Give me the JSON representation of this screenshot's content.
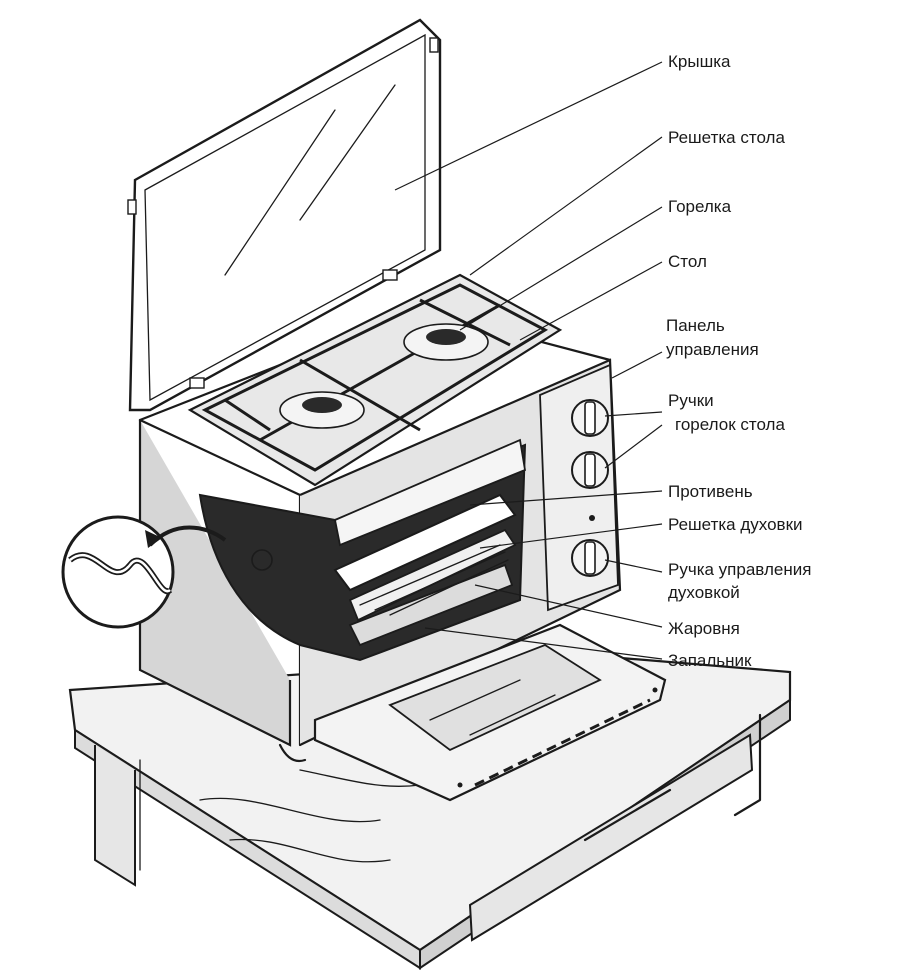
{
  "labels": {
    "lid": "Крышка",
    "table_grate": "Решетка стола",
    "burner": "Горелка",
    "table": "Стол",
    "control_panel_1": "Панель",
    "control_panel_2": "управления",
    "knobs_1": "Ручки",
    "knobs_2": "горелок стола",
    "baking_tray": "Противень",
    "oven_grate": "Решетка духовки",
    "oven_knob_1": "Ручка управления",
    "oven_knob_2": "духовкой",
    "roasting_pan": "Жаровня",
    "igniter": "Запальник"
  },
  "colors": {
    "ink": "#1b1b1b",
    "body_grey": "#d9d9d9",
    "light_grey": "#efefef",
    "dark": "#2a2a2a"
  }
}
